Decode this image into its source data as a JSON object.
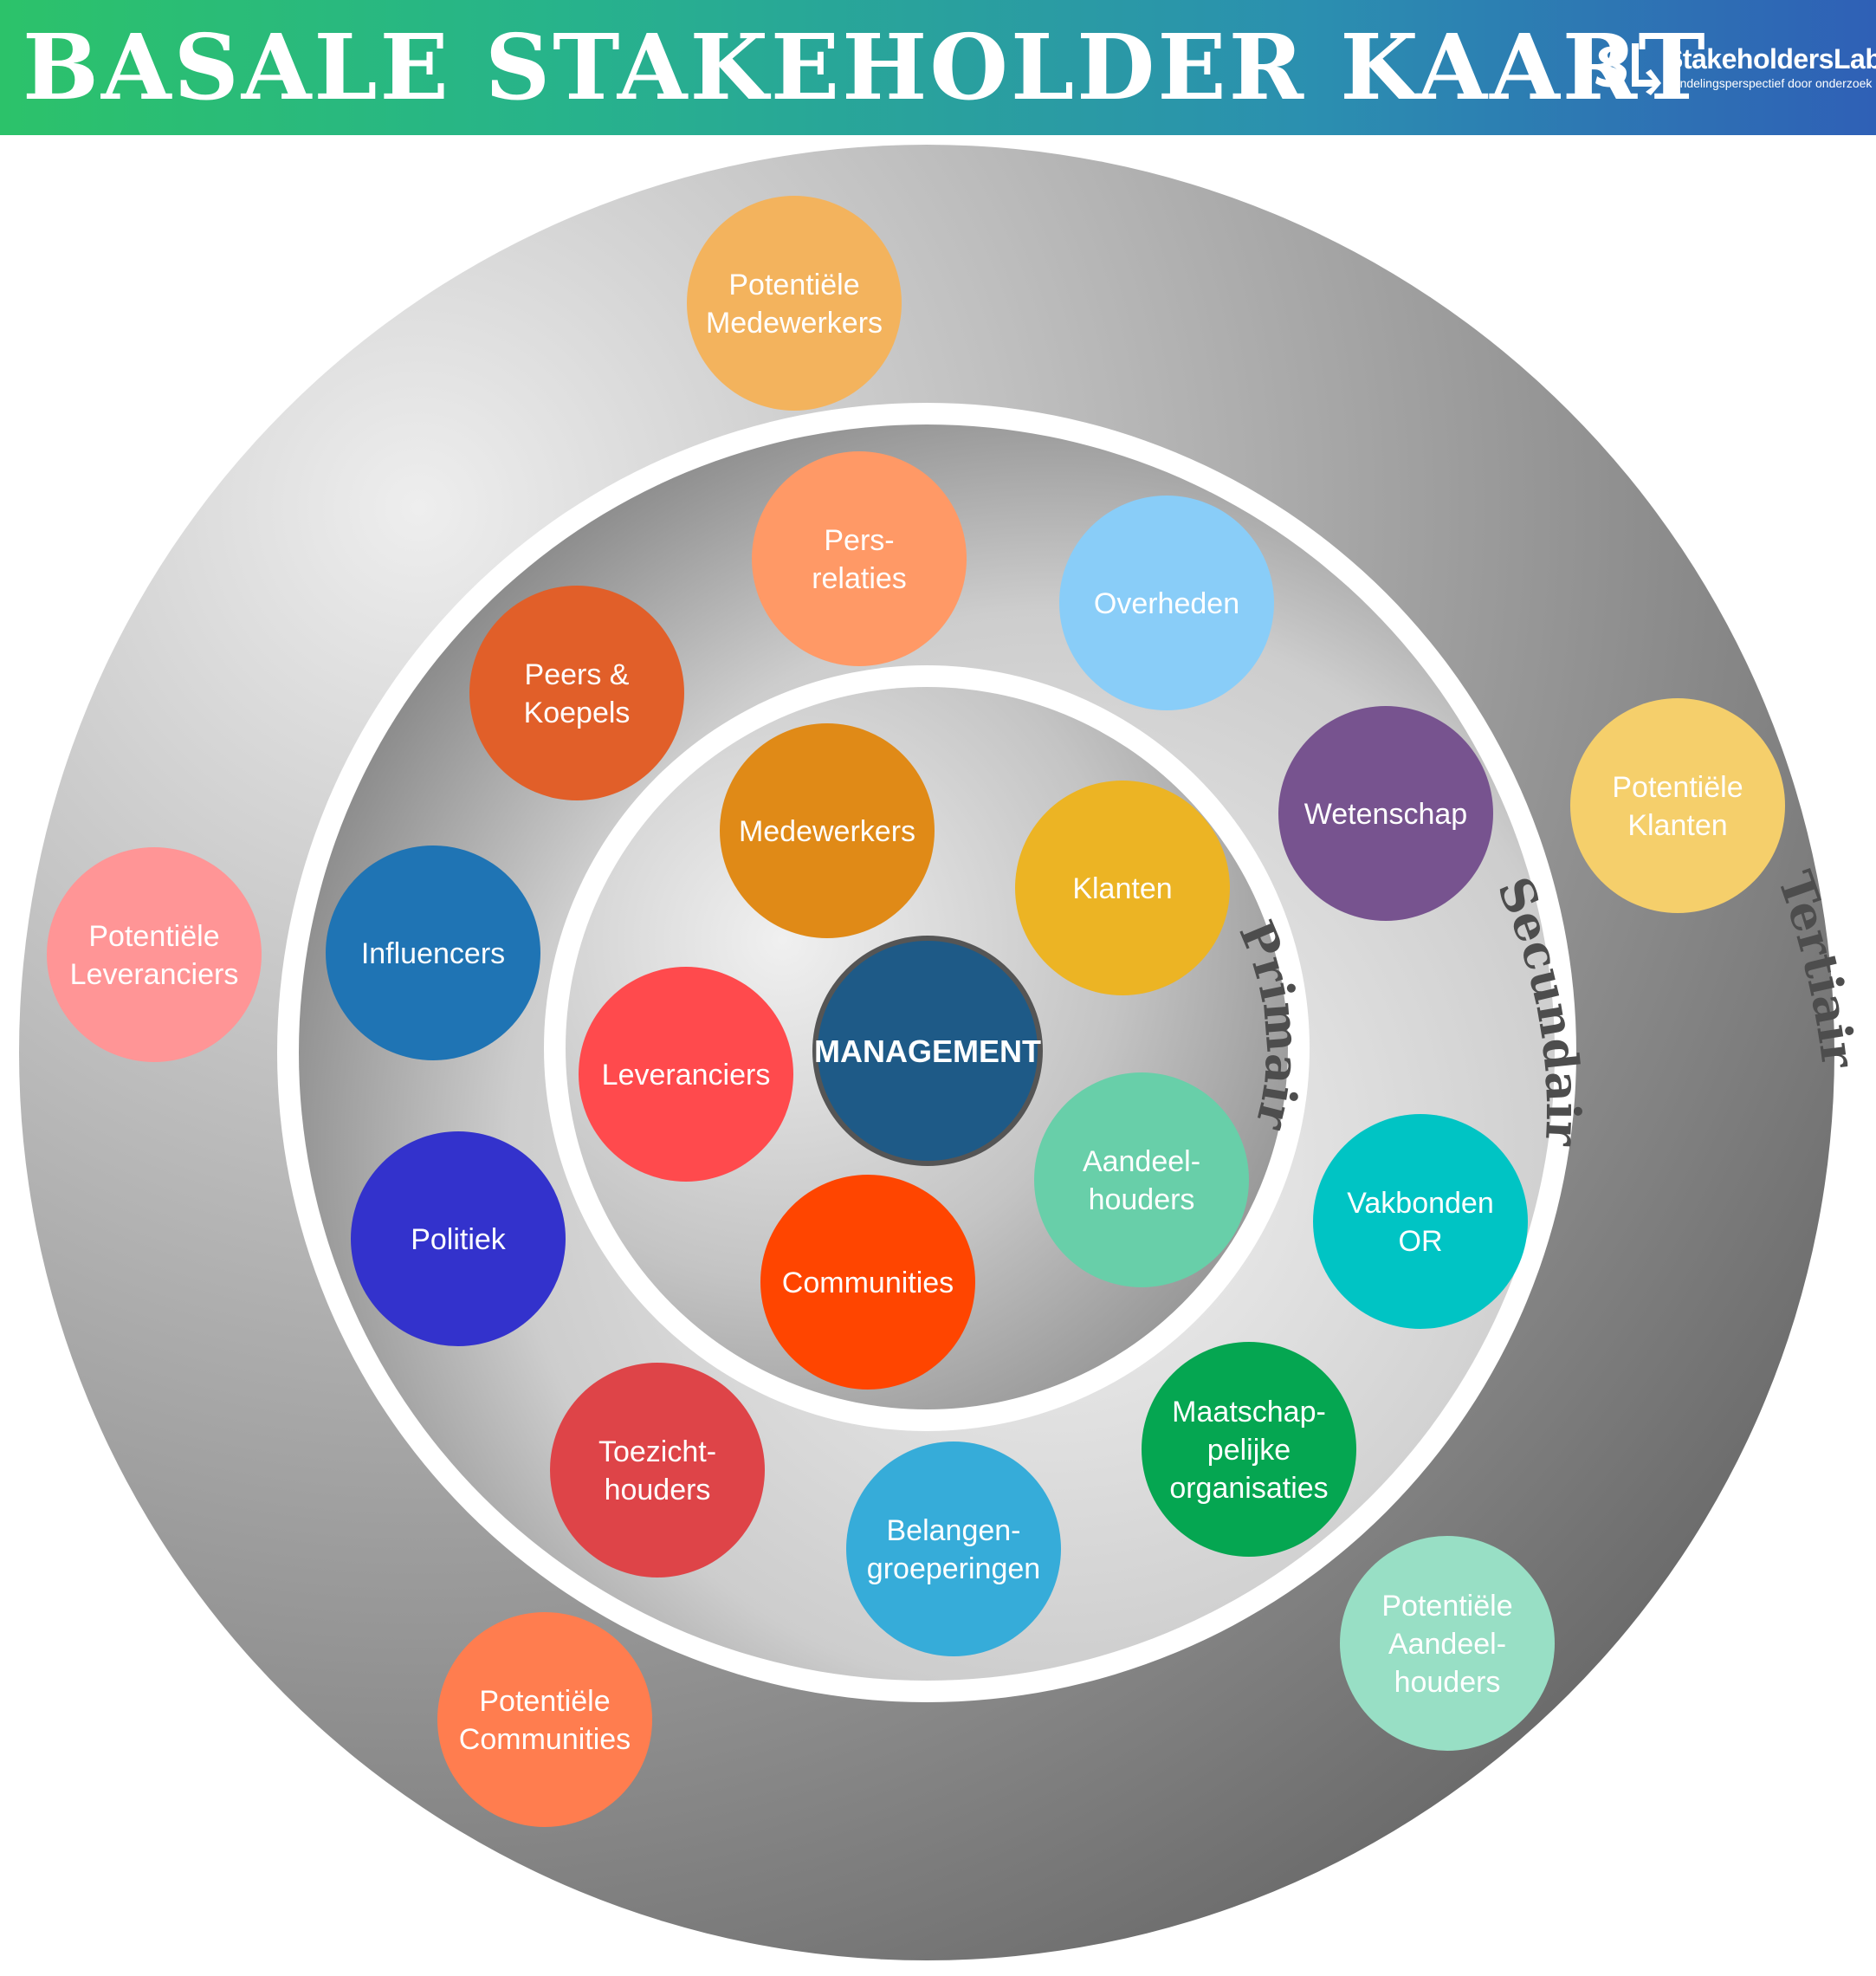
{
  "header": {
    "title": "BASALE STAKEHOLDER KAART",
    "logo_name": "StakeholdersLab",
    "logo_tagline": "handelingsperspectief door onderzoek"
  },
  "rings": {
    "primary": "Primair",
    "secondary": "Secundair",
    "tertiary": "Tertiair"
  },
  "center": {
    "label": "MANAGEMENT",
    "color": "#1e5a87"
  },
  "stakeholders": [
    {
      "id": "medewerkers",
      "ring": "primary",
      "lines": [
        "Medewerkers"
      ],
      "color": "#e08a17"
    },
    {
      "id": "klanten",
      "ring": "primary",
      "lines": [
        "Klanten"
      ],
      "color": "#ecb424"
    },
    {
      "id": "leveranciers",
      "ring": "primary",
      "lines": [
        "Leveranciers"
      ],
      "color": "#ff4a4d"
    },
    {
      "id": "aandeelhouders",
      "ring": "primary",
      "lines": [
        "Aandeel-",
        "houders"
      ],
      "color": "#68cfa9"
    },
    {
      "id": "communities",
      "ring": "primary",
      "lines": [
        "Communities"
      ],
      "color": "#ff4500"
    },
    {
      "id": "pers-relaties",
      "ring": "secondary",
      "lines": [
        "Pers-",
        "relaties"
      ],
      "color": "#ff9966"
    },
    {
      "id": "overheden",
      "ring": "secondary",
      "lines": [
        "Overheden"
      ],
      "color": "#89cdf8"
    },
    {
      "id": "peers-koepels",
      "ring": "secondary",
      "lines": [
        "Peers &",
        "Koepels"
      ],
      "color": "#e15f29"
    },
    {
      "id": "wetenschap",
      "ring": "secondary",
      "lines": [
        "Wetenschap"
      ],
      "color": "#77538f"
    },
    {
      "id": "influencers",
      "ring": "secondary",
      "lines": [
        "Influencers"
      ],
      "color": "#1f74b4"
    },
    {
      "id": "politiek",
      "ring": "secondary",
      "lines": [
        "Politiek"
      ],
      "color": "#3332cc"
    },
    {
      "id": "vakbonden-or",
      "ring": "secondary",
      "lines": [
        "Vakbonden",
        "OR"
      ],
      "color": "#00c4c4"
    },
    {
      "id": "toezichthouders",
      "ring": "secondary",
      "lines": [
        "Toezicht-",
        "houders"
      ],
      "color": "#de4448"
    },
    {
      "id": "maatschappelijke-organisaties",
      "ring": "secondary",
      "lines": [
        "Maatschap-",
        "pelijke",
        "organisaties"
      ],
      "color": "#05a651"
    },
    {
      "id": "belangengroeperingen",
      "ring": "secondary",
      "lines": [
        "Belangen-",
        "groeperingen"
      ],
      "color": "#36acd9"
    },
    {
      "id": "potentiele-medewerkers",
      "ring": "tertiary",
      "lines": [
        "Potentiële",
        "Medewerkers"
      ],
      "color": "#f3b35d"
    },
    {
      "id": "potentiele-klanten",
      "ring": "tertiary",
      "lines": [
        "Potentiële",
        "Klanten"
      ],
      "color": "#f5cf6b"
    },
    {
      "id": "potentiele-leveranciers",
      "ring": "tertiary",
      "lines": [
        "Potentiële",
        "Leveranciers"
      ],
      "color": "#ff9596"
    },
    {
      "id": "potentiele-communities",
      "ring": "tertiary",
      "lines": [
        "Potentiële",
        "Communities"
      ],
      "color": "#ff7d4f"
    },
    {
      "id": "potentiele-aandeelhouders",
      "ring": "tertiary",
      "lines": [
        "Potentiële",
        "Aandeel-",
        "houders"
      ],
      "color": "#98dfc5"
    }
  ]
}
